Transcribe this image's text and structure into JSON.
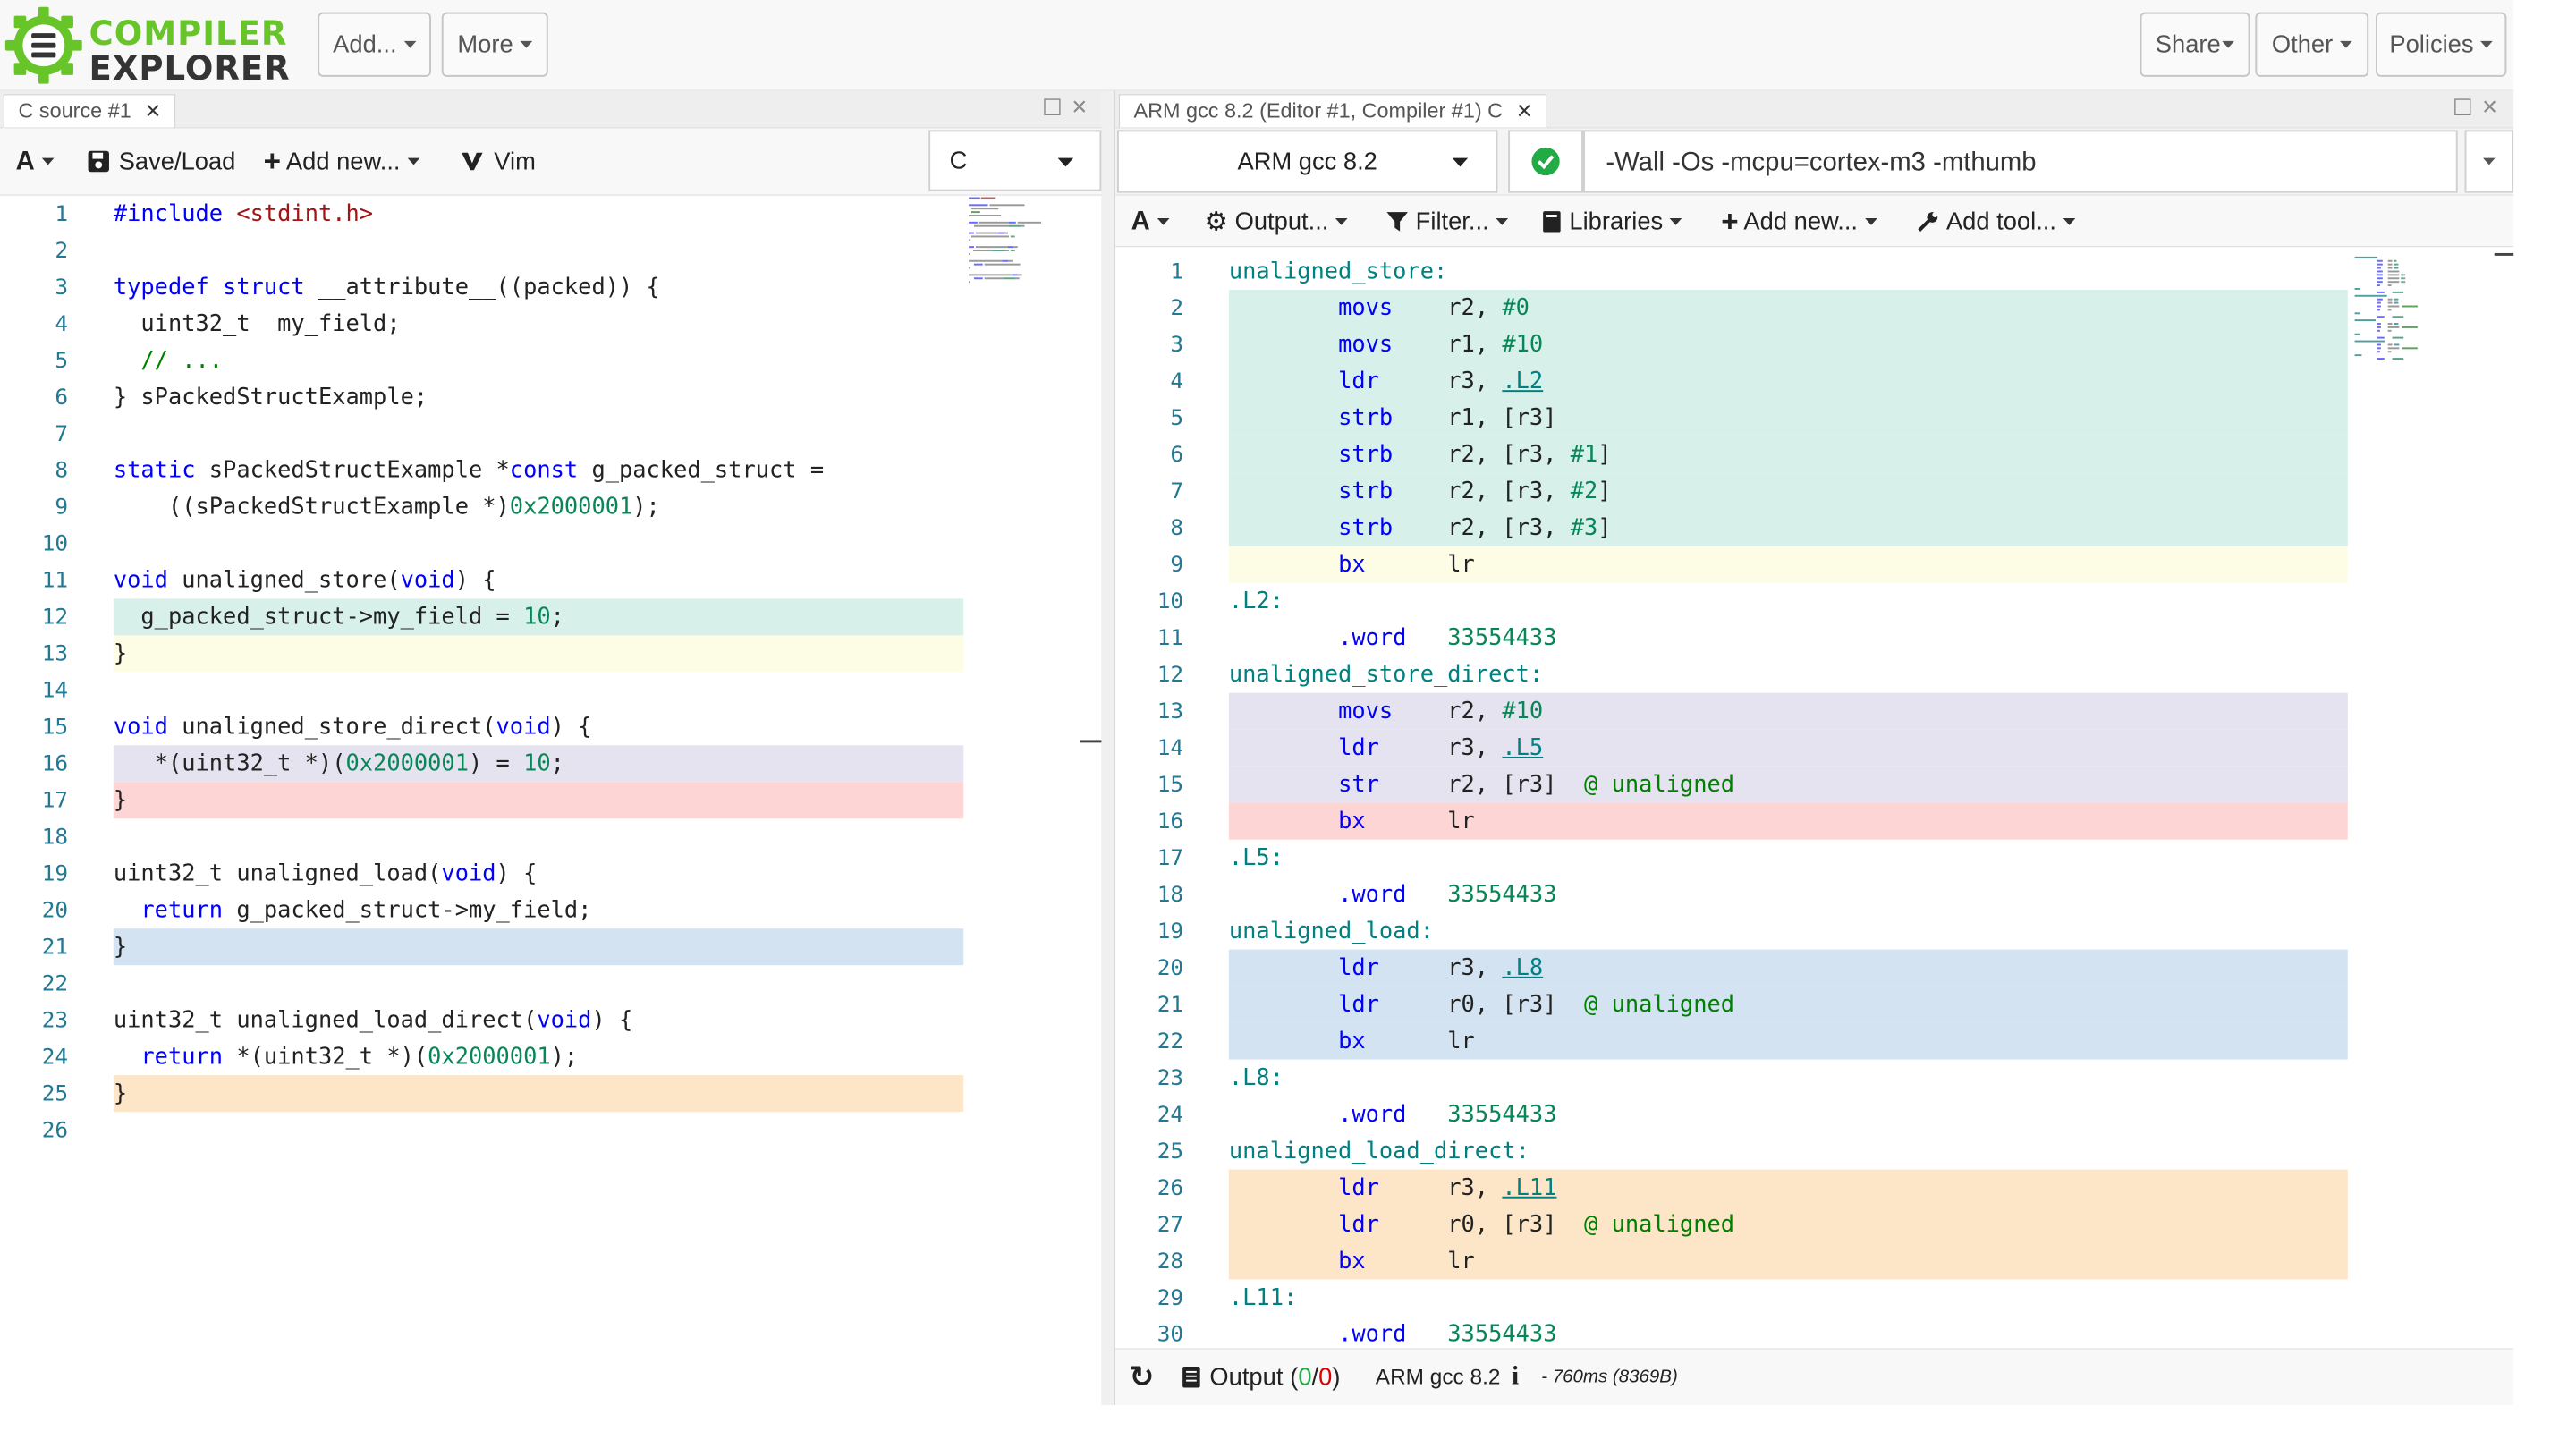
{
  "app": {
    "logo_line1": "COMPILER",
    "logo_line2": "EXPLORER"
  },
  "navbar": {
    "add_label": "Add...",
    "more_label": "More",
    "share_label": "Share",
    "other_label": "Other",
    "policies_label": "Policies"
  },
  "editor": {
    "tab_title": "C source #1",
    "font_label": "A",
    "save_load_label": "Save/Load",
    "add_new_label": "Add new...",
    "vim_label": "Vim",
    "language": "C"
  },
  "compiler": {
    "tab_title": "ARM gcc 8.2 (Editor #1, Compiler #1) C",
    "compiler_name": "ARM gcc 8.2",
    "options": "-Wall -Os -mcpu=cortex-m3 -mthumb",
    "font_label": "A",
    "output_label": "Output...",
    "filter_label": "Filter...",
    "libraries_label": "Libraries",
    "add_new_label": "Add new...",
    "add_tool_label": "Add tool...",
    "status_output_label": "Output",
    "status_output_open": "(",
    "status_output_ok": "0",
    "status_output_sep": "/",
    "status_output_err": "0",
    "status_output_close": ")",
    "status_compiler": "ARM gcc 8.2",
    "status_info_icon": "i",
    "status_timing": "- 760ms (8369B)"
  },
  "colors": {
    "green_hl": "#d7f0ea",
    "yellow_hl": "#fdfde6",
    "purple_hl": "#e4e3ef",
    "red_hl": "#fdd5d5",
    "blue_hl": "#d3e3f2",
    "orange_hl": "#fde5c8",
    "logo_green": "#67c52a"
  },
  "source_lines": [
    [
      [
        "kw",
        "#include "
      ],
      [
        "str",
        "<stdint.h>"
      ]
    ],
    [],
    [
      [
        "kw",
        "typedef struct "
      ],
      [
        "p",
        "__attribute__((packed)) {"
      ]
    ],
    [
      [
        "p",
        "  uint32_t  my_field;"
      ]
    ],
    [
      [
        "com",
        "  // ..."
      ]
    ],
    [
      [
        "p",
        "} sPackedStructExample;"
      ]
    ],
    [],
    [
      [
        "kw",
        "static "
      ],
      [
        "p",
        "sPackedStructExample *"
      ],
      [
        "kw",
        "const "
      ],
      [
        "p",
        "g_packed_struct ="
      ]
    ],
    [
      [
        "p",
        "    ((sPackedStructExample *)"
      ],
      [
        "num",
        "0x2000001"
      ],
      [
        "p",
        ");"
      ]
    ],
    [],
    [
      [
        "kw",
        "void "
      ],
      [
        "p",
        "unaligned_store("
      ],
      [
        "kw",
        "void"
      ],
      [
        "p",
        ") {"
      ]
    ],
    [
      [
        "p",
        "  g_packed_struct->my_field = "
      ],
      [
        "num",
        "10"
      ],
      [
        "p",
        ";"
      ]
    ],
    [
      [
        "p",
        "}"
      ]
    ],
    [],
    [
      [
        "kw",
        "void "
      ],
      [
        "p",
        "unaligned_store_direct("
      ],
      [
        "kw",
        "void"
      ],
      [
        "p",
        ") {"
      ]
    ],
    [
      [
        "p",
        "   *(uint32_t *)("
      ],
      [
        "num",
        "0x2000001"
      ],
      [
        "p",
        ") = "
      ],
      [
        "num",
        "10"
      ],
      [
        "p",
        ";"
      ]
    ],
    [
      [
        "p",
        "}"
      ]
    ],
    [],
    [
      [
        "p",
        "uint32_t unaligned_load("
      ],
      [
        "kw",
        "void"
      ],
      [
        "p",
        ") {"
      ]
    ],
    [
      [
        "p",
        "  "
      ],
      [
        "kw",
        "return "
      ],
      [
        "p",
        "g_packed_struct->my_field;"
      ]
    ],
    [
      [
        "p",
        "}"
      ]
    ],
    [],
    [
      [
        "p",
        "uint32_t unaligned_load_direct("
      ],
      [
        "kw",
        "void"
      ],
      [
        "p",
        ") {"
      ]
    ],
    [
      [
        "p",
        "  "
      ],
      [
        "kw",
        "return "
      ],
      [
        "p",
        "*(uint32_t *)("
      ],
      [
        "num",
        "0x2000001"
      ],
      [
        "p",
        ");"
      ]
    ],
    [
      [
        "p",
        "}"
      ]
    ],
    []
  ],
  "asm_lines": [
    [
      [
        "lbl",
        "unaligned_store:"
      ]
    ],
    [
      [
        "p",
        "        "
      ],
      [
        "ins",
        "movs"
      ],
      [
        "p",
        "    r2, "
      ],
      [
        "num",
        "#0"
      ]
    ],
    [
      [
        "p",
        "        "
      ],
      [
        "ins",
        "movs"
      ],
      [
        "p",
        "    r1, "
      ],
      [
        "num",
        "#10"
      ]
    ],
    [
      [
        "p",
        "        "
      ],
      [
        "ins",
        "ldr"
      ],
      [
        "p",
        "     r3, "
      ],
      [
        "lnk",
        ".L2"
      ]
    ],
    [
      [
        "p",
        "        "
      ],
      [
        "ins",
        "strb"
      ],
      [
        "p",
        "    r1, [r3]"
      ]
    ],
    [
      [
        "p",
        "        "
      ],
      [
        "ins",
        "strb"
      ],
      [
        "p",
        "    r2, [r3, "
      ],
      [
        "num",
        "#1"
      ],
      [
        "p",
        "]"
      ]
    ],
    [
      [
        "p",
        "        "
      ],
      [
        "ins",
        "strb"
      ],
      [
        "p",
        "    r2, [r3, "
      ],
      [
        "num",
        "#2"
      ],
      [
        "p",
        "]"
      ]
    ],
    [
      [
        "p",
        "        "
      ],
      [
        "ins",
        "strb"
      ],
      [
        "p",
        "    r2, [r3, "
      ],
      [
        "num",
        "#3"
      ],
      [
        "p",
        "]"
      ]
    ],
    [
      [
        "p",
        "        "
      ],
      [
        "ins",
        "bx"
      ],
      [
        "p",
        "      lr"
      ]
    ],
    [
      [
        "lbl",
        ".L2:"
      ]
    ],
    [
      [
        "p",
        "        "
      ],
      [
        "ins",
        ".word"
      ],
      [
        "p",
        "   "
      ],
      [
        "num",
        "33554433"
      ]
    ],
    [
      [
        "lbl",
        "unaligned_store_direct:"
      ]
    ],
    [
      [
        "p",
        "        "
      ],
      [
        "ins",
        "movs"
      ],
      [
        "p",
        "    r2, "
      ],
      [
        "num",
        "#10"
      ]
    ],
    [
      [
        "p",
        "        "
      ],
      [
        "ins",
        "ldr"
      ],
      [
        "p",
        "     r3, "
      ],
      [
        "lnk",
        ".L5"
      ]
    ],
    [
      [
        "p",
        "        "
      ],
      [
        "ins",
        "str"
      ],
      [
        "p",
        "     r2, [r3]  "
      ],
      [
        "com",
        "@ unaligned"
      ]
    ],
    [
      [
        "p",
        "        "
      ],
      [
        "ins",
        "bx"
      ],
      [
        "p",
        "      lr"
      ]
    ],
    [
      [
        "lbl",
        ".L5:"
      ]
    ],
    [
      [
        "p",
        "        "
      ],
      [
        "ins",
        ".word"
      ],
      [
        "p",
        "   "
      ],
      [
        "num",
        "33554433"
      ]
    ],
    [
      [
        "lbl",
        "unaligned_load:"
      ]
    ],
    [
      [
        "p",
        "        "
      ],
      [
        "ins",
        "ldr"
      ],
      [
        "p",
        "     r3, "
      ],
      [
        "lnk",
        ".L8"
      ]
    ],
    [
      [
        "p",
        "        "
      ],
      [
        "ins",
        "ldr"
      ],
      [
        "p",
        "     r0, [r3]  "
      ],
      [
        "com",
        "@ unaligned"
      ]
    ],
    [
      [
        "p",
        "        "
      ],
      [
        "ins",
        "bx"
      ],
      [
        "p",
        "      lr"
      ]
    ],
    [
      [
        "lbl",
        ".L8:"
      ]
    ],
    [
      [
        "p",
        "        "
      ],
      [
        "ins",
        ".word"
      ],
      [
        "p",
        "   "
      ],
      [
        "num",
        "33554433"
      ]
    ],
    [
      [
        "lbl",
        "unaligned_load_direct:"
      ]
    ],
    [
      [
        "p",
        "        "
      ],
      [
        "ins",
        "ldr"
      ],
      [
        "p",
        "     r3, "
      ],
      [
        "lnk",
        ".L11"
      ]
    ],
    [
      [
        "p",
        "        "
      ],
      [
        "ins",
        "ldr"
      ],
      [
        "p",
        "     r0, [r3]  "
      ],
      [
        "com",
        "@ unaligned"
      ]
    ],
    [
      [
        "p",
        "        "
      ],
      [
        "ins",
        "bx"
      ],
      [
        "p",
        "      lr"
      ]
    ],
    [
      [
        "lbl",
        ".L11:"
      ]
    ],
    [
      [
        "p",
        "        "
      ],
      [
        "ins",
        ".word"
      ],
      [
        "p",
        "   "
      ],
      [
        "num",
        "33554433"
      ]
    ]
  ]
}
